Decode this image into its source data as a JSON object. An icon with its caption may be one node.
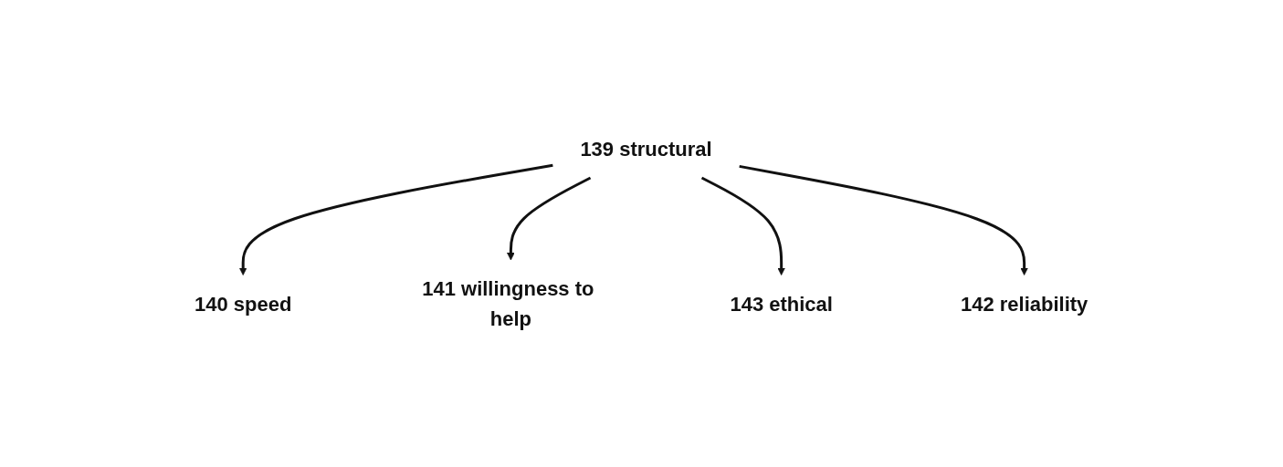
{
  "diagram": {
    "nodes": [
      {
        "text": [
          "139 structural"
        ]
      },
      {
        "text": [
          "140 speed"
        ]
      },
      {
        "text": [
          "141 willingness to help"
        ]
      },
      {
        "text": [
          "143 ethical"
        ]
      },
      {
        "text": [
          "142 reliability"
        ]
      }
    ],
    "edges": [
      {
        "from": 0,
        "to": 1,
        "arrow": "to"
      },
      {
        "from": 0,
        "to": 2,
        "arrow": "to"
      },
      {
        "from": 0,
        "to": 3,
        "arrow": "to"
      },
      {
        "from": 0,
        "to": 4,
        "arrow": "to"
      }
    ]
  }
}
